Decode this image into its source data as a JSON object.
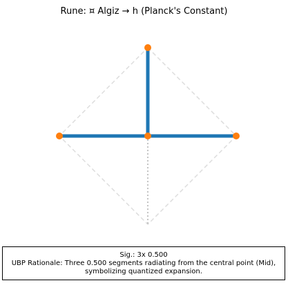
{
  "title": "Rune: ¤ Algiz → h (Planck's Constant)",
  "caption": {
    "signature": "Sig.: 3x 0.500",
    "rationale_line1": "UBP Rationale: Three 0.500 segments radiating from the central point (Mid),",
    "rationale_line2": "symbolizing quantized expansion."
  },
  "colors": {
    "stroke": "#1f77b4",
    "node": "#ff7f0e",
    "guide": "#dddddd",
    "axis_dotted": "#b0b0b0"
  },
  "diagram": {
    "nodes": [
      {
        "id": "top",
        "x": 0.0,
        "y": 0.5
      },
      {
        "id": "left",
        "x": -0.5,
        "y": 0.0
      },
      {
        "id": "mid",
        "x": 0.0,
        "y": 0.0
      },
      {
        "id": "right",
        "x": 0.5,
        "y": 0.0
      }
    ],
    "segments": [
      {
        "from": "mid",
        "to": "top",
        "length": 0.5
      },
      {
        "from": "mid",
        "to": "left",
        "length": 0.5
      },
      {
        "from": "mid",
        "to": "right",
        "length": 0.5
      }
    ],
    "guide_diamond": [
      [
        0,
        0.5
      ],
      [
        0.5,
        0
      ],
      [
        0,
        -0.5
      ],
      [
        -0.5,
        0
      ]
    ],
    "dotted_axis": [
      [
        0,
        0
      ],
      [
        0,
        -0.5
      ]
    ]
  }
}
